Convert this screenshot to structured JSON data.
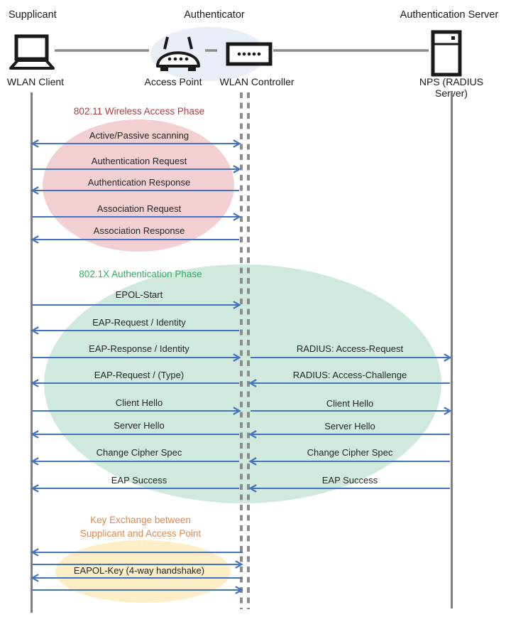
{
  "palette": {
    "arrow_blue": "#4472c4",
    "lifeline_gray": "#7f7f7f",
    "connector_gray": "#8c8c8c",
    "phase1_title_red": "#b23b41",
    "phase1_ellipse_fill": "#f2cfd2",
    "phase2_title_green": "#2fae64",
    "phase2_ellipse_fill": "#cfe9dc",
    "phase3_title_orange": "#e2874d",
    "phase3_ellipse_fill": "#fdeec5",
    "authenticator_ellipse_fill": "#e9edf6",
    "text_dark": "#262626"
  },
  "actors": {
    "supplicant": {
      "role": "Supplicant",
      "device": "WLAN Client"
    },
    "authenticator": {
      "role": "Authenticator",
      "device_left": "Access Point",
      "device_right": "WLAN Controller"
    },
    "auth_server": {
      "role": "Authentication Server",
      "device": "NPS (RADIUS Server)"
    }
  },
  "phases": {
    "p1": {
      "title": "802.11 Wireless Access Phase"
    },
    "p2": {
      "title": "802.1X Authentication Phase"
    },
    "p3": {
      "title_line1": "Key Exchange between",
      "title_line2": "Supplicant and Access Point"
    }
  },
  "messages_left": [
    {
      "label": "Active/Passive scanning",
      "direction": "both"
    },
    {
      "label": "Authentication Request",
      "direction": "right"
    },
    {
      "label": "Authentication Response",
      "direction": "left"
    },
    {
      "label": "Association Request",
      "direction": "right"
    },
    {
      "label": "Association Response",
      "direction": "left"
    },
    {
      "label": "EPOL-Start",
      "direction": "right"
    },
    {
      "label": "EAP-Request / Identity",
      "direction": "left"
    },
    {
      "label": "EAP-Response / Identity",
      "direction": "right"
    },
    {
      "label": "EAP-Request / (Type)",
      "direction": "left"
    },
    {
      "label": "Client Hello",
      "direction": "right"
    },
    {
      "label": "Server Hello",
      "direction": "left"
    },
    {
      "label": "Change Cipher Spec",
      "direction": "left"
    },
    {
      "label": "EAP Success",
      "direction": "left"
    }
  ],
  "messages_right": [
    {
      "label": "RADIUS: Access-Request",
      "direction": "right"
    },
    {
      "label": "RADIUS: Access-Challenge",
      "direction": "left"
    },
    {
      "label": "Client Hello",
      "direction": "right"
    },
    {
      "label": "Server Hello",
      "direction": "left"
    },
    {
      "label": "Change Cipher Spec",
      "direction": "left"
    },
    {
      "label": "EAP Success",
      "direction": "left"
    }
  ],
  "key_exchange": {
    "label": "EAPOL-Key (4-way handshake)",
    "arrow_directions": [
      "left",
      "right",
      "left",
      "right"
    ]
  }
}
